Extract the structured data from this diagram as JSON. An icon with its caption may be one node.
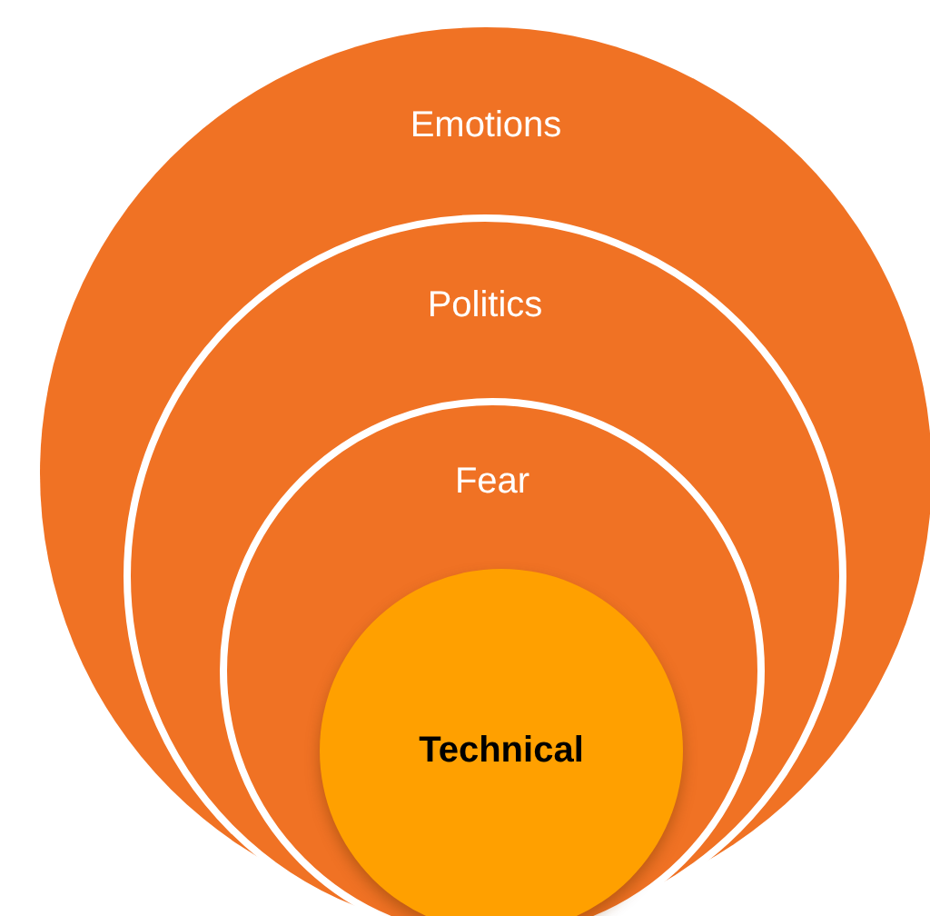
{
  "diagram": {
    "nodes": [
      {
        "text": [
          "Emotions"
        ]
      },
      {
        "text": [
          "Politics"
        ],
        "in": 0
      },
      {
        "text": [
          "Fear"
        ],
        "in": 1
      },
      {
        "text": [
          "Technical"
        ],
        "in": 2
      }
    ]
  }
}
